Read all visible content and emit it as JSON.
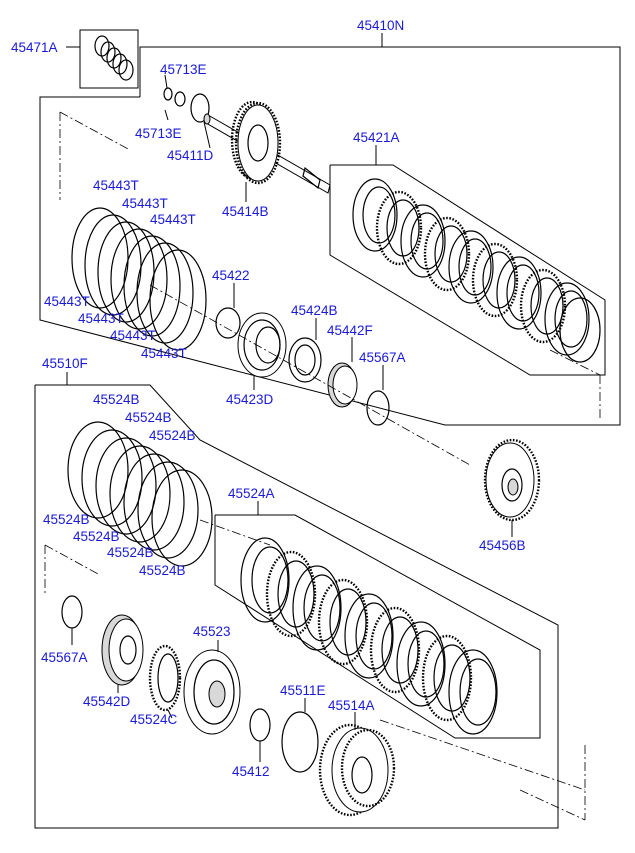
{
  "diagram": {
    "labels": {
      "p45410N": "45410N",
      "p45471A": "45471A",
      "p45713E_a": "45713E",
      "p45713E_b": "45713E",
      "p45411D": "45411D",
      "p45414B": "45414B",
      "p45421A": "45421A",
      "p45443T_1": "45443T",
      "p45443T_2": "45443T",
      "p45443T_3": "45443T",
      "p45443T_4": "45443T",
      "p45443T_5": "45443T",
      "p45443T_6": "45443T",
      "p45443T_7": "45443T",
      "p45422": "45422",
      "p45424B": "45424B",
      "p45442F": "45442F",
      "p45567A_top": "45567A",
      "p45423D": "45423D",
      "p45510F": "45510F",
      "p45524B_1": "45524B",
      "p45524B_2": "45524B",
      "p45524B_3": "45524B",
      "p45524B_4": "45524B",
      "p45524B_5": "45524B",
      "p45524B_6": "45524B",
      "p45524B_7": "45524B",
      "p45524A": "45524A",
      "p45456B": "45456B",
      "p45567A_bot": "45567A",
      "p45542D": "45542D",
      "p45523": "45523",
      "p45524C": "45524C",
      "p45511E": "45511E",
      "p45514A": "45514A",
      "p45412": "45412"
    }
  }
}
